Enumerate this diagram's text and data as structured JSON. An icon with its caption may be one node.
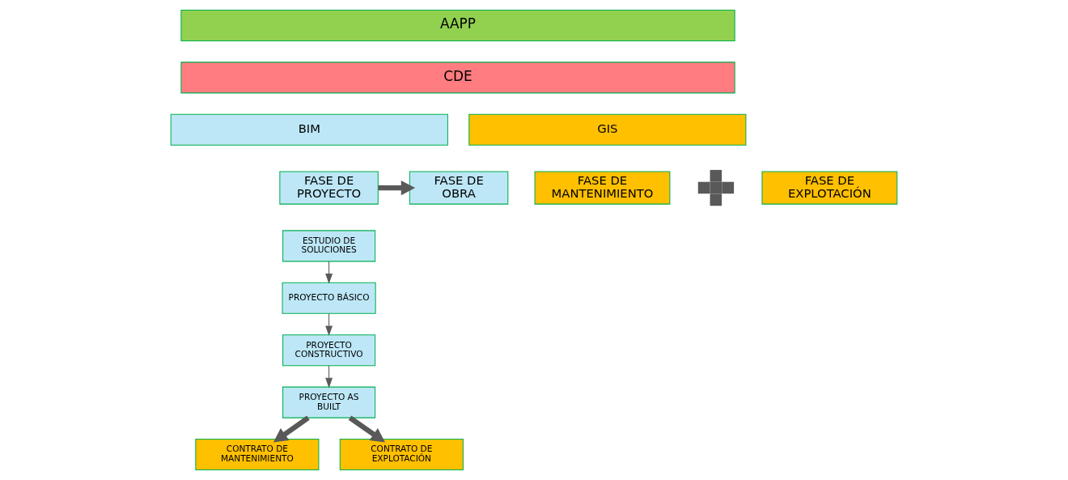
{
  "diagram": {
    "nodes": [
      {
        "text": [
          "AAPP"
        ]
      },
      {
        "text": [
          "CDE"
        ]
      },
      {
        "text": [
          "BIM"
        ]
      },
      {
        "text": [
          "GIS"
        ]
      },
      {
        "text": [
          "FASE DE PROYECTO"
        ]
      },
      {
        "text": [
          "FASE DE OBRA"
        ]
      },
      {
        "text": [
          "FASE DE MANTENIMIENTO"
        ]
      },
      {
        "text": [],
        "shape": "plus"
      },
      {
        "text": [
          "FASE DE EXPLOTACIÓN"
        ]
      },
      {
        "text": [
          "ESTUDIO DE SOLUCIONES"
        ]
      },
      {
        "text": [
          "PROYECTO BÁSICO"
        ]
      },
      {
        "text": [
          "PROYECTO CONSTRUCTIVO"
        ]
      },
      {
        "text": [
          "PROYECTO AS BUILT"
        ]
      },
      {
        "text": [
          "CONTRATO DE MANTENIMIENTO"
        ]
      },
      {
        "text": [
          "CONTRATO DE EXPLOTACIÓN"
        ]
      }
    ],
    "edges": [
      {
        "from": 4,
        "to": 5,
        "arrow": "to",
        "style": "thick"
      },
      {
        "from": 9,
        "to": 10,
        "arrow": "to"
      },
      {
        "from": 10,
        "to": 11,
        "arrow": "to"
      },
      {
        "from": 11,
        "to": 12,
        "arrow": "to"
      },
      {
        "from": 12,
        "to": 13,
        "arrow": "to",
        "style": "thick"
      },
      {
        "from": 12,
        "to": 14,
        "arrow": "to",
        "style": "thick"
      }
    ]
  }
}
